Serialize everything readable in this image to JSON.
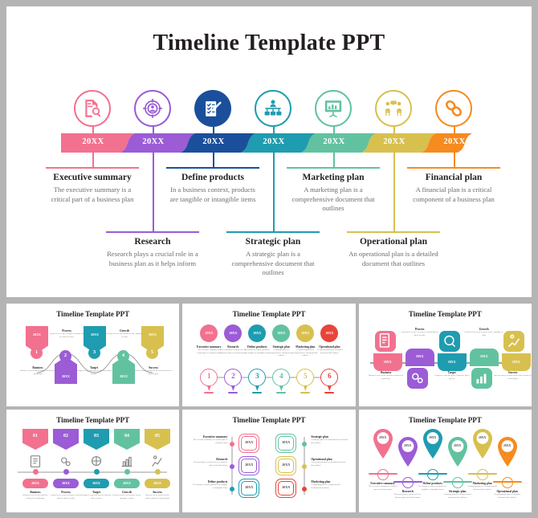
{
  "slide": {
    "title": "Timeline Template PPT",
    "year_label": "20XX",
    "steps": [
      {
        "year": "20XX",
        "title": "Executive summary",
        "desc": "The executive summary is a critical part of a business plan",
        "color": "#f2718f",
        "icon": "document-search-icon",
        "position": "above"
      },
      {
        "year": "20XX",
        "title": "Research",
        "desc": "Research plays a crucial role in a business plan as it helps inform",
        "color": "#9b5cd6",
        "icon": "target-person-icon",
        "position": "below"
      },
      {
        "year": "20XX",
        "title": "Define products",
        "desc": "In a business context, products are tangible or intangible items",
        "color": "#1b4f9b",
        "icon": "checklist-pencil-icon",
        "position": "above"
      },
      {
        "year": "20XX",
        "title": "Strategic plan",
        "desc": "A strategic plan is a comprehensive document that outlines",
        "color": "#1f9cb0",
        "icon": "org-chart-icon",
        "position": "below"
      },
      {
        "year": "20XX",
        "title": "Marketing plan",
        "desc": "A marketing plan is a comprehensive document that outlines",
        "color": "#62c2a0",
        "icon": "presentation-board-icon",
        "position": "above"
      },
      {
        "year": "20XX",
        "title": "Operational plan",
        "desc": "An operational plan is a detailed document that outlines",
        "color": "#d8c04f",
        "icon": "meeting-people-icon",
        "position": "below"
      },
      {
        "year": "20XX",
        "title": "Financial plan",
        "desc": "A financial plan is a critical component of a business plan",
        "color": "#f68b1f",
        "icon": "chain-link-icon",
        "position": "above"
      }
    ]
  },
  "thumbnails": [
    {
      "title": "Timeline Template PPT",
      "layout": "banner-wave",
      "year_label": "20XX",
      "colors": [
        "#f2718f",
        "#9b5cd6",
        "#1f9cb0",
        "#62c2a0",
        "#d8c04f"
      ],
      "numbers": [
        "1",
        "2",
        "3",
        "4",
        "5"
      ],
      "labels": [
        "Business",
        "Process",
        "Target",
        "Growth",
        "Success"
      ],
      "descs": [
        "Business refers to the activities involved in producing",
        "A process is a series of steps or actions that are taken in order",
        "A target is a specific goal or objective that a person",
        "Growth refers to an increase in size, quantity, or value",
        "Success can be defined as the achievement of a desired goal"
      ]
    },
    {
      "title": "Timeline Template PPT",
      "layout": "numbered-circles",
      "year_label": "20XX",
      "colors": [
        "#f2718f",
        "#9b5cd6",
        "#1f9cb0",
        "#62c2a0",
        "#d8c04f",
        "#e8443a"
      ],
      "numbers": [
        "1",
        "2",
        "3",
        "4",
        "5",
        "6"
      ],
      "labels": [
        "Executive summary",
        "Research",
        "Define products",
        "Strategic plan",
        "Marketing plan",
        "Operational plan"
      ],
      "descs": [
        "The executive summary is a critical part of a business plan",
        "Research plays a crucial role in a business plan as it helps inform",
        "In a business context, products are tangible or intangible items",
        "A strategic plan is a comprehensive document that outlines",
        "A marketing plan is a comprehensive document that outlines",
        "An operational plan is a detailed document that outlines"
      ]
    },
    {
      "title": "Timeline Template PPT",
      "layout": "rounded-squares",
      "year_label": "20XX",
      "colors": [
        "#f2718f",
        "#9b5cd6",
        "#1f9cb0",
        "#62c2a0",
        "#d8c04f"
      ],
      "labels": [
        "Business",
        "Process",
        "Target",
        "Growth",
        "Success"
      ],
      "descs": [
        "Business refers to the activities involved in producing",
        "A process is a series of steps or actions that are taken in order",
        "A target is a specific goal or objective that a person",
        "Growth refers to an increase in size, quantity, or value",
        "Success can be defined as the achievement of a desired goal"
      ]
    },
    {
      "title": "Timeline Template PPT",
      "layout": "numbered-banners",
      "year_label": "20XX",
      "colors": [
        "#f2718f",
        "#9b5cd6",
        "#1f9cb0",
        "#62c2a0",
        "#d8c04f"
      ],
      "numbers": [
        "01",
        "02",
        "03",
        "04",
        "05"
      ],
      "labels": [
        "Business",
        "Process",
        "Target",
        "Growth",
        "Success"
      ],
      "descs": [
        "Business refers to the activities involved in producing",
        "A process is a series of steps or actions that are taken in order",
        "A target is a specific goal or objective that a person",
        "Growth refers to an increase in size, quantity, or value",
        "Success can be defined as the achievement of a desired goal"
      ]
    },
    {
      "title": "Timeline Template PPT",
      "layout": "two-column-outline",
      "year_label": "20XX",
      "colors_left": [
        "#f2718f",
        "#9b5cd6",
        "#1f9cb0"
      ],
      "colors_right": [
        "#62c2a0",
        "#d8c04f",
        "#e8443a"
      ],
      "labels_left": [
        "Executive summary",
        "Research",
        "Define products"
      ],
      "labels_right": [
        "Strategic plan",
        "Operational plan",
        "Marketing plan"
      ],
      "descs_left": [
        "The executive summary is a critical part of a business plan",
        "Research plays a crucial role in a business plan as it helps inform",
        "In a business context, products are tangible or intangible items"
      ],
      "descs_right": [
        "A strategic plan is a comprehensive document that outlines",
        "An operational plan is a detailed document that outlines",
        "A marketing plan is a comprehensive document that outlines"
      ]
    },
    {
      "title": "Timeline Template PPT",
      "layout": "map-pins",
      "year_label": "20XX",
      "colors": [
        "#f2718f",
        "#9b5cd6",
        "#1f9cb0",
        "#62c2a0",
        "#d8c04f",
        "#f68b1f"
      ],
      "labels": [
        "Executive summary",
        "Research",
        "Define products",
        "Strategic plan",
        "Marketing plan",
        "Operational plan"
      ],
      "descs": [
        "The executive summary is a critical part of a business plan",
        "Research plays a crucial role in a business plan as it helps inform",
        "In a business context, products are tangible or intangible items",
        "A strategic plan is a comprehensive document that outlines",
        "A marketing plan is a comprehensive document that outlines",
        "An operational plan is a detailed document that outlines"
      ]
    }
  ]
}
